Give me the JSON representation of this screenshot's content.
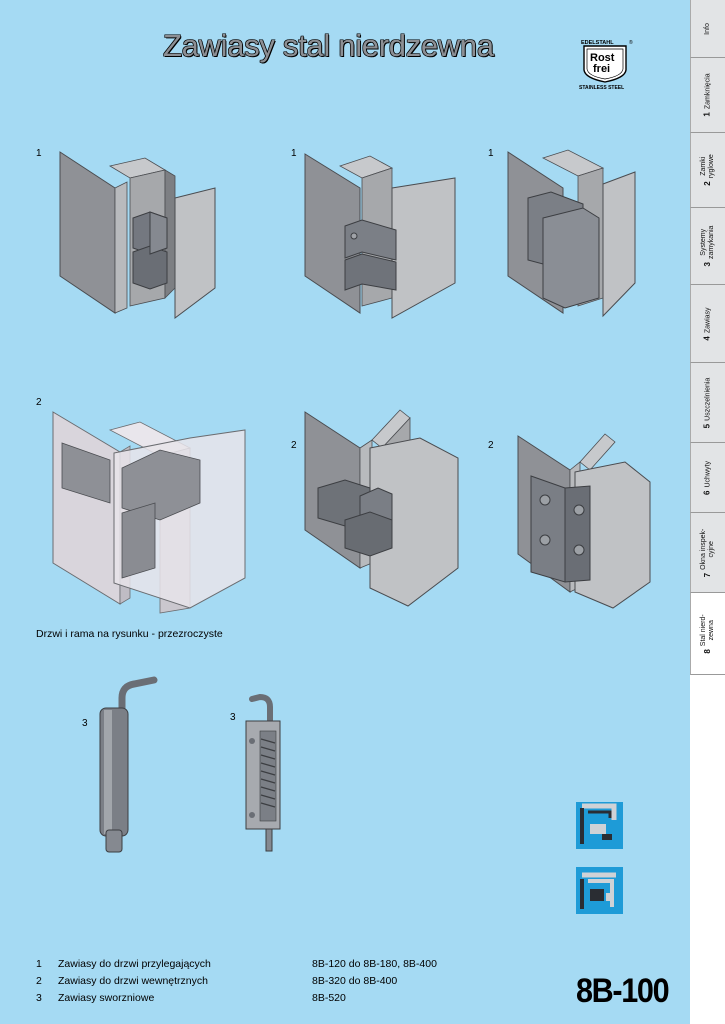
{
  "title": "Zawiasy stal nierdzewna",
  "logo": {
    "top_text": "EDELSTAHL",
    "main_line1": "Rost",
    "main_line2": "frei",
    "bottom_text": "STAINLESS STEEL",
    "reg": "®"
  },
  "side_tabs": [
    {
      "num": "",
      "label": "Info"
    },
    {
      "num": "1",
      "label": "Zamknięcia"
    },
    {
      "num": "2",
      "label": "Zamki\nryglowe"
    },
    {
      "num": "3",
      "label": "Systemy\nzamykania"
    },
    {
      "num": "4",
      "label": "Zawiasy"
    },
    {
      "num": "5",
      "label": "Uszczelnienia"
    },
    {
      "num": "6",
      "label": "Uchwyty"
    },
    {
      "num": "7",
      "label": "Okna inspek-\ncyjne"
    },
    {
      "num": "8",
      "label": "Stal nierd-\nzewna"
    }
  ],
  "figure_labels": {
    "r1a": "1",
    "r1b": "1",
    "r1c": "1",
    "r2a": "2",
    "r2b": "2",
    "r2c": "2",
    "r3a": "3",
    "r3b": "3"
  },
  "caption": "Drzwi i rama na rysunku - przezroczyste",
  "legend": [
    {
      "num": "1",
      "text": "Zawiasy do drzwi przylegających",
      "codes": "8B-120 do 8B-180, 8B-400"
    },
    {
      "num": "2",
      "text": "Zawiasy do drzwi wewnętrznych",
      "codes": "8B-320 do 8B-400"
    },
    {
      "num": "3",
      "text": "Zawiasy sworzniowe",
      "codes": "8B-520"
    }
  ],
  "page_code": "8B-100",
  "colors": {
    "background": "#a5daf3",
    "panel": "#8f9196",
    "hinge": "#6f7378",
    "icon": "#1e9bd7",
    "title": "#8c8f94"
  }
}
